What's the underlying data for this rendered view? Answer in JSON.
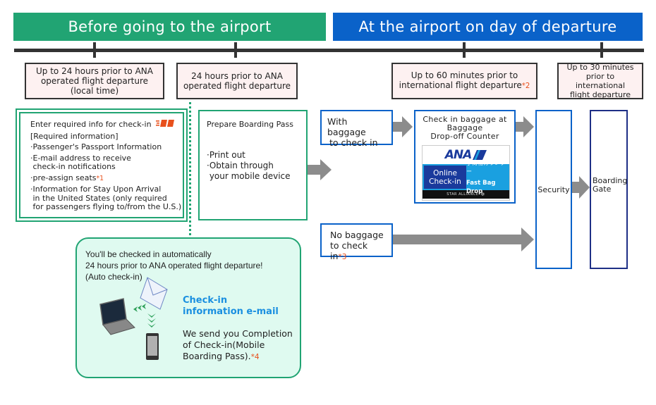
{
  "banners": {
    "before": "Before going to the airport",
    "at_airport": "At the airport on day of departure"
  },
  "timeboxes": {
    "t1": [
      "Up to 24 hours prior to ANA",
      "operated flight departure",
      "(local time)"
    ],
    "t2": [
      "24 hours prior to ANA",
      "operated flight departure"
    ],
    "t3": {
      "lines": [
        "Up to 60 minutes prior to",
        "international flight departure"
      ],
      "note": "*2"
    },
    "t4": [
      "Up to 30 minutes",
      "prior to international",
      "flight departure"
    ]
  },
  "step_enter_info": {
    "title": "Enter required info for check-in",
    "icon": "online-checkin-logo-icon",
    "subtitle": "[Required information]",
    "items": [
      {
        "lines": [
          "·Passenger's Passport Information"
        ]
      },
      {
        "lines": [
          "·E-mail address to receive",
          " check-in notifications"
        ]
      },
      {
        "lines": [
          "·pre-assign seats"
        ],
        "note": "*1"
      },
      {
        "lines": [
          "·Information for Stay Upon Arrival",
          " in the United States (only required",
          " for passengers flying to/from the U.S.)"
        ]
      }
    ]
  },
  "step_boarding_pass": {
    "title": "Prepare Boarding Pass",
    "items": [
      "·Print out",
      "·Obtain through",
      " your mobile device"
    ]
  },
  "with_baggage": [
    "With baggage",
    "to check in"
  ],
  "no_baggage": {
    "lines": [
      "No baggage",
      "to check in"
    ],
    "note": "*3"
  },
  "bag_drop": {
    "title": [
      "Check in baggage at",
      "Baggage",
      "Drop-off Counter"
    ],
    "sign": {
      "brand": "ANA",
      "left": [
        "Online",
        "Check-in"
      ],
      "right_jp": "手荷物カウンター",
      "right_en": "Fast Bag Drop",
      "footer": "STAR ALLIANCE"
    }
  },
  "security": "Security",
  "boarding_gate": [
    "Boarding",
    "Gate"
  ],
  "auto_checkin": {
    "intro": [
      "You'll be checked in automatically",
      "24 hours prior to ANA operated flight departure!",
      "(Auto check-in)"
    ],
    "mail_title": [
      "Check-in",
      "information e-mail"
    ],
    "mail_desc": [
      "We send you Completion",
      "of Check-in(Mobile",
      "Boarding Pass)."
    ],
    "note": "*4"
  },
  "colors": {
    "green": "#21a473",
    "blue": "#0a62c9",
    "navy": "#1e2f86",
    "note_orange": "#e8501c",
    "mail_title": "#1a8fe0"
  }
}
